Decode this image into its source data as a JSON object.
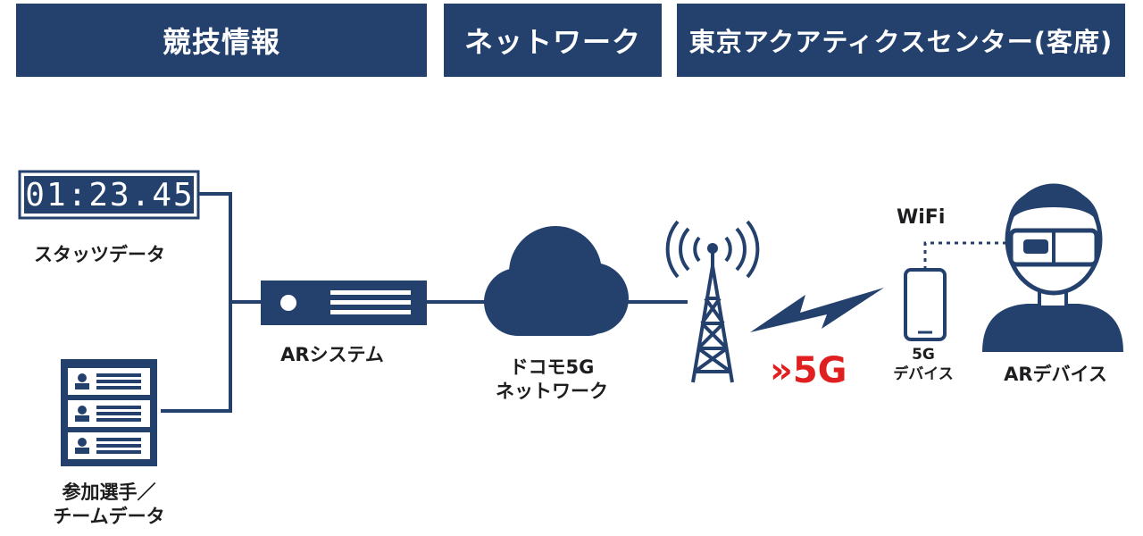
{
  "header": {
    "sections": [
      "競技情報",
      "ネットワーク",
      "東京アクアティクスセンター(客席)"
    ]
  },
  "clock": {
    "display": "01:23.45"
  },
  "labels": {
    "stats_data": "スタッツデータ",
    "players_line1": "参加選手／",
    "players_line2": "チームデータ",
    "ar_system": "ARシステム",
    "docomo_line1": "ドコモ5G",
    "docomo_line2": "ネットワーク",
    "five_g_big": "»5G",
    "wifi": "WiFi",
    "device_line1": "5G",
    "device_line2": "デバイス",
    "ar_device": "ARデバイス"
  },
  "colors": {
    "navy": "#24416e",
    "accent_red": "#e02020"
  },
  "icons": [
    "timer-display-icon",
    "roster-card-icon",
    "server-icon",
    "cloud-icon",
    "cell-tower-icon",
    "lightning-bolt-icon",
    "smartphone-icon",
    "person-with-ar-glasses-icon"
  ]
}
